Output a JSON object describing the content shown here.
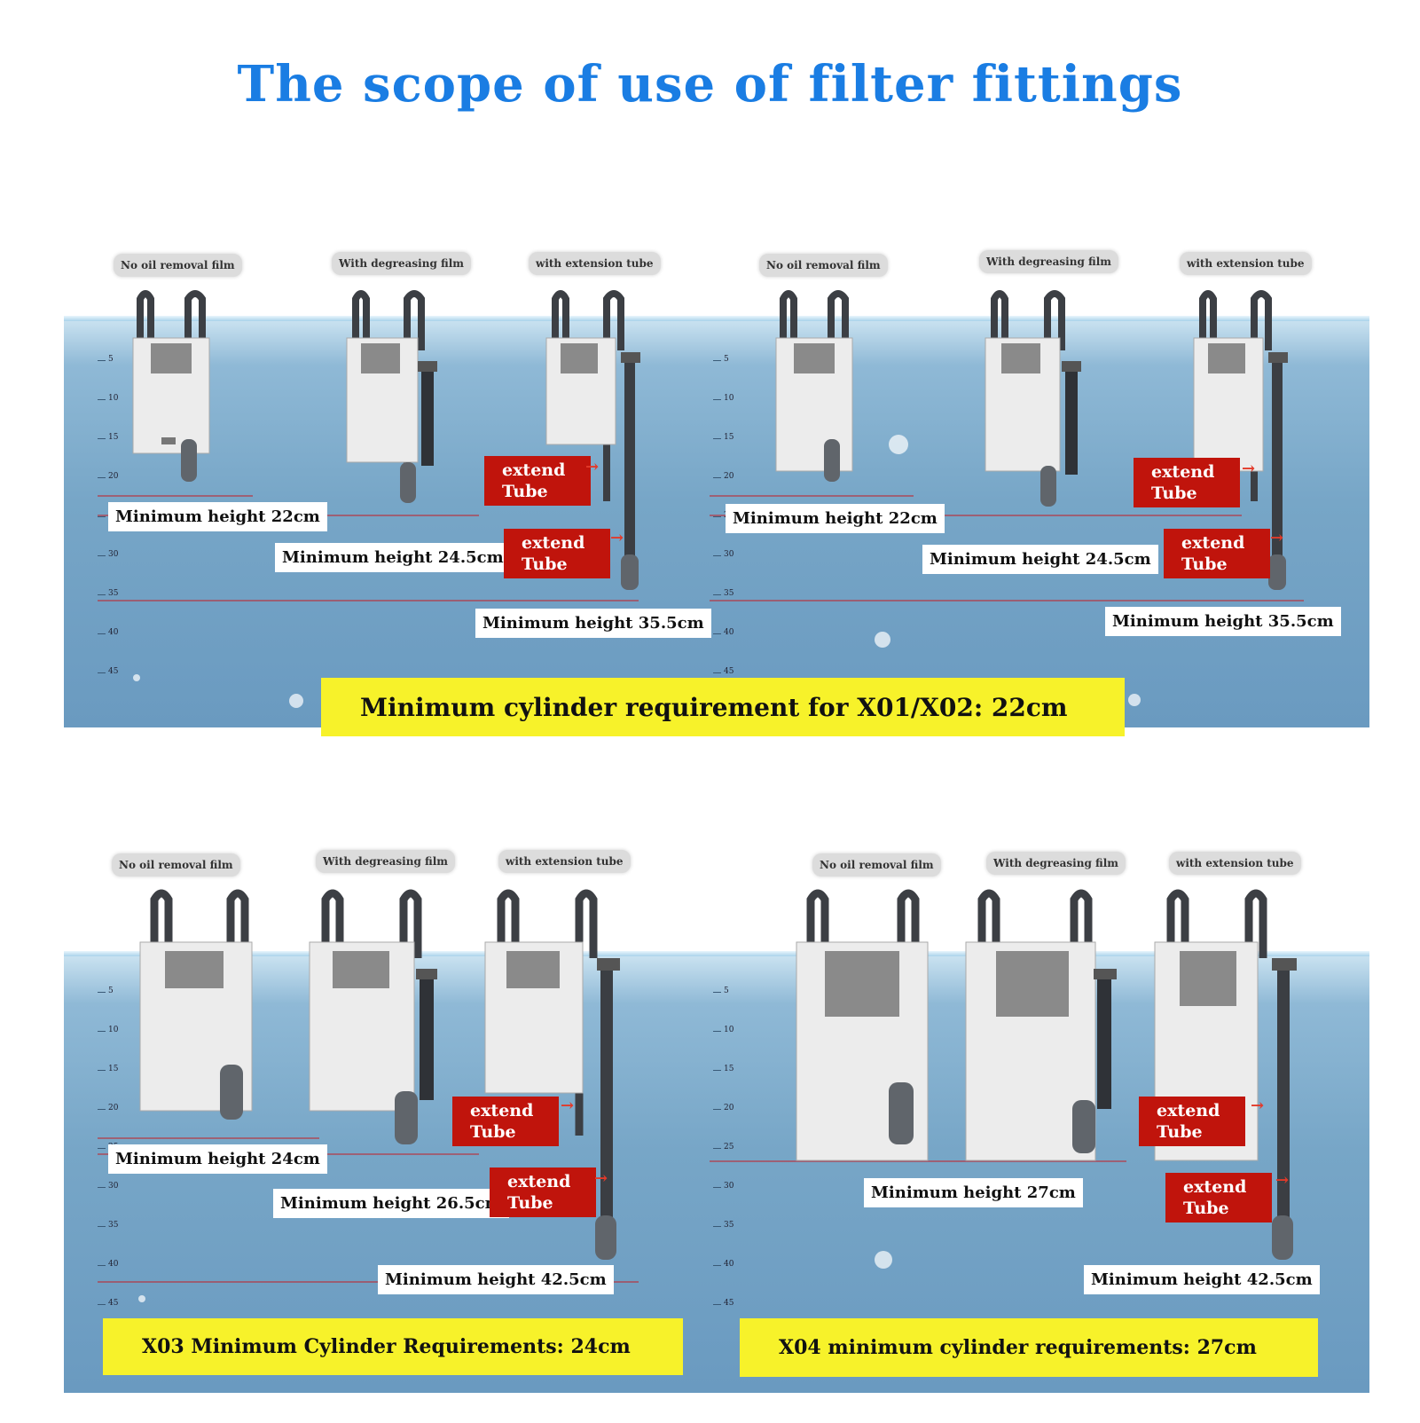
{
  "colors": {
    "accent": "#1a7de3",
    "warn": "#c0140c",
    "banner": "#f7f22a"
  },
  "title": "The scope of use of filter fittings",
  "panels": [
    {
      "chips": [
        "No oil removal film",
        "With degreasing film",
        "with extension tube"
      ],
      "labels": [
        "Minimum height 22cm",
        "Minimum height 24.5cm",
        "Minimum height 35.5cm"
      ],
      "ext": [
        "extend Tube",
        "extend Tube"
      ]
    },
    {
      "chips": [
        "No oil removal film",
        "With degreasing film",
        "with extension tube"
      ],
      "labels": [
        "Minimum height 22cm",
        "Minimum height 24.5cm",
        "Minimum height 35.5cm"
      ],
      "ext": [
        "extend Tube",
        "extend Tube"
      ]
    },
    {
      "chips": [
        "No oil removal film",
        "With degreasing film",
        "with extension tube"
      ],
      "labels": [
        "Minimum height 24cm",
        "Minimum height 26.5cm",
        "Minimum height 42.5cm"
      ],
      "ext": [
        "extend Tube",
        "extend Tube"
      ]
    },
    {
      "chips": [
        "No oil removal film",
        "With degreasing film",
        "with extension tube"
      ],
      "labels": [
        "Minimum height 27cm",
        "Minimum height 42.5cm"
      ],
      "ext": [
        "extend Tube",
        "extend Tube"
      ]
    }
  ],
  "banners": [
    "Minimum cylinder requirement for X01/X02: 22cm",
    "X03 Minimum Cylinder Requirements: 24cm",
    "X04 minimum cylinder requirements: 27cm"
  ],
  "ruler_ticks": [
    "5",
    "10",
    "15",
    "20",
    "25",
    "30",
    "35",
    "40",
    "45"
  ]
}
